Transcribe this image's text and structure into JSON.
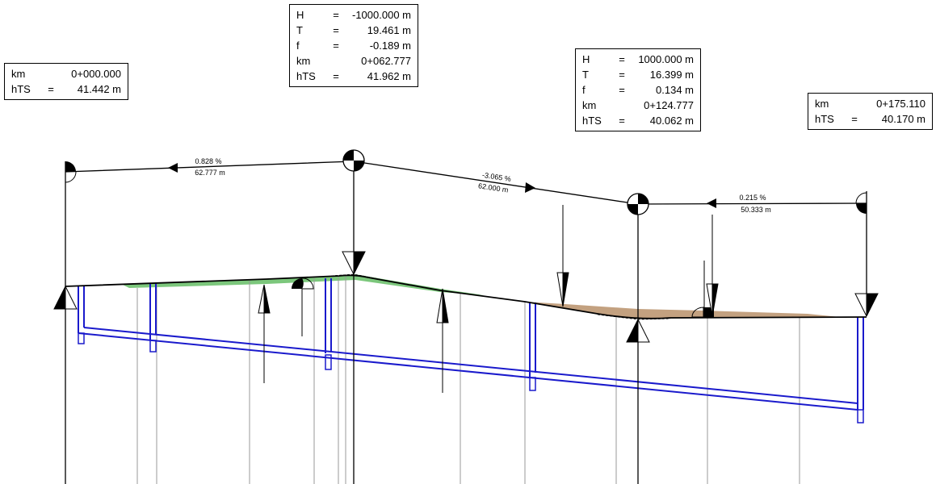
{
  "info_boxes": [
    {
      "id": "start",
      "rows": [
        {
          "k": "km",
          "eq": "",
          "v": "0+000.000"
        },
        {
          "k": "hTS",
          "eq": "=",
          "v": "41.442 m"
        }
      ]
    },
    {
      "id": "pvi1",
      "rows": [
        {
          "k": "H",
          "eq": "=",
          "v": "-1000.000 m"
        },
        {
          "k": "T",
          "eq": "=",
          "v": "19.461 m"
        },
        {
          "k": "f",
          "eq": "=",
          "v": "-0.189 m"
        },
        {
          "k": "km",
          "eq": "",
          "v": "0+062.777"
        },
        {
          "k": "hTS",
          "eq": "=",
          "v": "41.962 m"
        }
      ]
    },
    {
      "id": "pvi2",
      "rows": [
        {
          "k": "H",
          "eq": "=",
          "v": "1000.000 m"
        },
        {
          "k": "T",
          "eq": "=",
          "v": "16.399 m"
        },
        {
          "k": "f",
          "eq": "=",
          "v": "0.134 m"
        },
        {
          "k": "km",
          "eq": "",
          "v": "0+124.777"
        },
        {
          "k": "hTS",
          "eq": "=",
          "v": "40.062 m"
        }
      ]
    },
    {
      "id": "end",
      "rows": [
        {
          "k": "km",
          "eq": "",
          "v": "0+175.110"
        },
        {
          "k": "hTS",
          "eq": "=",
          "v": "40.170 m"
        }
      ]
    }
  ],
  "grades": [
    {
      "slope": "0.828 %",
      "length": "62.777 m"
    },
    {
      "slope": "-3.065 %",
      "length": "62.000 m"
    },
    {
      "slope": "0.215 %",
      "length": "50.333 m"
    }
  ],
  "colors": {
    "pipe": "#1a1acc",
    "fill_cut": "#7cc77c",
    "fill_embankment": "#b8906a",
    "grid": "#999999"
  }
}
